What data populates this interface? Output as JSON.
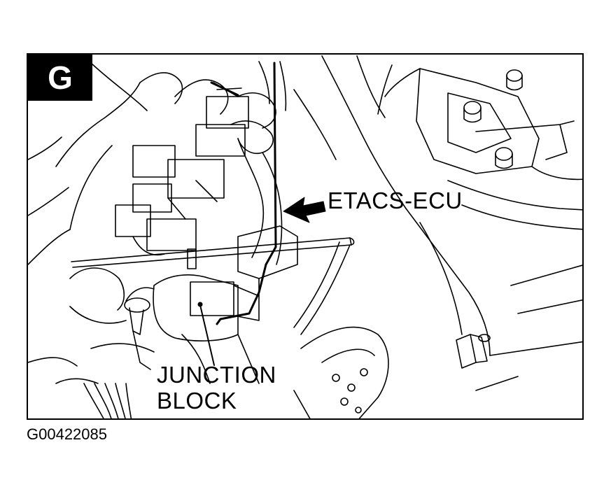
{
  "diagram": {
    "view_badge": "G",
    "callouts": {
      "etacs_ecu": "ETACS-ECU",
      "junction_block_line1": "JUNCTION",
      "junction_block_line2": "BLOCK"
    },
    "figure_code": "G00422085"
  },
  "colors": {
    "ink": "#000000",
    "paper": "#ffffff",
    "badge_text": "#ffffff"
  },
  "icons": {
    "pointer": "arrow-left-icon"
  }
}
